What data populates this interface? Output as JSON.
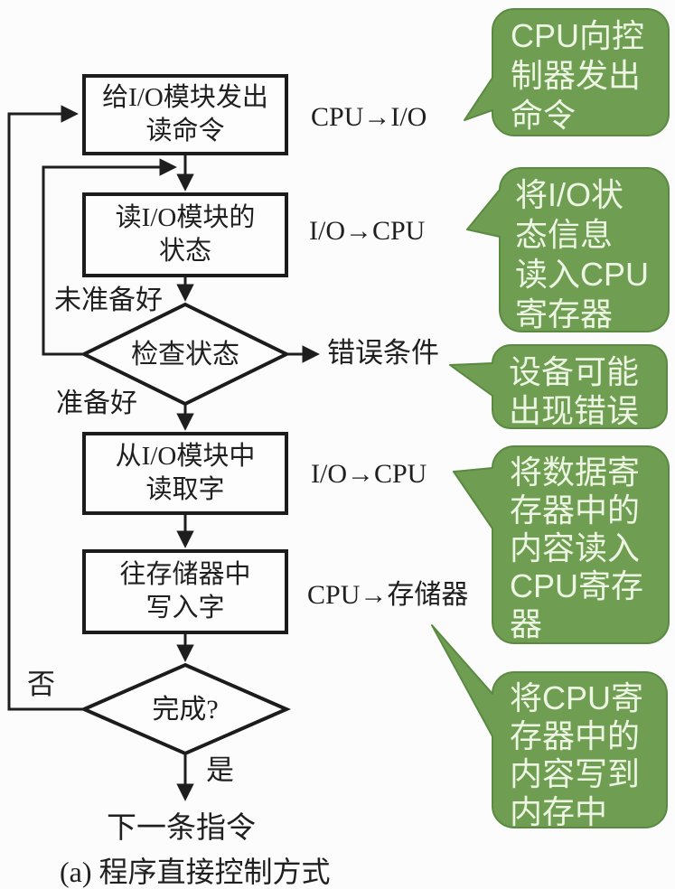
{
  "diagram": {
    "caption": "(a) 程序直接控制方式",
    "terminal": "下一条指令",
    "nodes": {
      "issue_read_cmd": "给I/O模块发出\n读命令",
      "read_status": "读I/O模块的\n状态",
      "check_status": "检查状态",
      "read_word": "从I/O模块中\n读取字",
      "write_word": "往存储器中\n写入字",
      "done": "完成?"
    },
    "side_labels": {
      "cpu_to_io": "CPU→I/O",
      "io_to_cpu_1": "I/O→CPU",
      "io_to_cpu_2": "I/O→CPU",
      "cpu_to_mem": "CPU→存储器"
    },
    "edge_labels": {
      "not_ready": "未准备好",
      "ready": "准备好",
      "error": "错误条件",
      "no": "否",
      "yes": "是"
    },
    "callouts": [
      {
        "text": "CPU向控\n制器发出\n命令"
      },
      {
        "text": "将I/O状\n态信息\n读入CPU\n寄存器"
      },
      {
        "text": "设备可能\n出现错误"
      },
      {
        "text": "将数据寄\n存器中的\n内容读入\nCPU寄存\n器"
      },
      {
        "text": "将CPU寄\n存器中的\n内容写到\n内存中"
      }
    ],
    "colors": {
      "bubble_fill": "#6f9d52",
      "bubble_border": "#5a8a41",
      "bubble_text": "#edf6e3",
      "line": "#1e1e1e",
      "background": "#fcfcfc"
    }
  }
}
